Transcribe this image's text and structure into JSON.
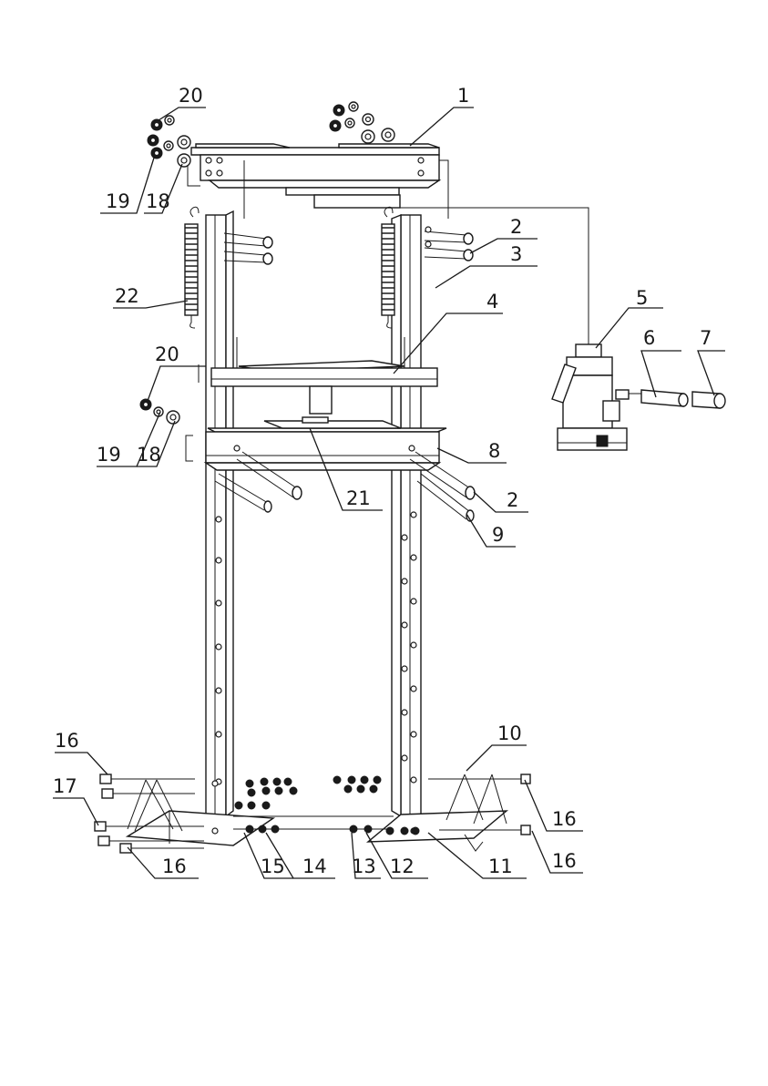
{
  "diagram": {
    "callouts": [
      {
        "id": "c1",
        "label": "1"
      },
      {
        "id": "c2a",
        "label": "2"
      },
      {
        "id": "c3",
        "label": "3"
      },
      {
        "id": "c4",
        "label": "4"
      },
      {
        "id": "c5",
        "label": "5"
      },
      {
        "id": "c6",
        "label": "6"
      },
      {
        "id": "c7",
        "label": "7"
      },
      {
        "id": "c8",
        "label": "8"
      },
      {
        "id": "c2b",
        "label": "2"
      },
      {
        "id": "c9",
        "label": "9"
      },
      {
        "id": "c10",
        "label": "10"
      },
      {
        "id": "c11",
        "label": "11"
      },
      {
        "id": "c12",
        "label": "12"
      },
      {
        "id": "c13",
        "label": "13"
      },
      {
        "id": "c14",
        "label": "14"
      },
      {
        "id": "c15",
        "label": "15"
      },
      {
        "id": "c16a",
        "label": "16"
      },
      {
        "id": "c16b",
        "label": "16"
      },
      {
        "id": "c16c",
        "label": "16"
      },
      {
        "id": "c17",
        "label": "17"
      },
      {
        "id": "c18a",
        "label": "18"
      },
      {
        "id": "c18b",
        "label": "18"
      },
      {
        "id": "c19a",
        "label": "19"
      },
      {
        "id": "c19b",
        "label": "19"
      },
      {
        "id": "c20a",
        "label": "20"
      },
      {
        "id": "c20b",
        "label": "20"
      },
      {
        "id": "c21",
        "label": "21"
      },
      {
        "id": "c22",
        "label": "22"
      }
    ]
  }
}
